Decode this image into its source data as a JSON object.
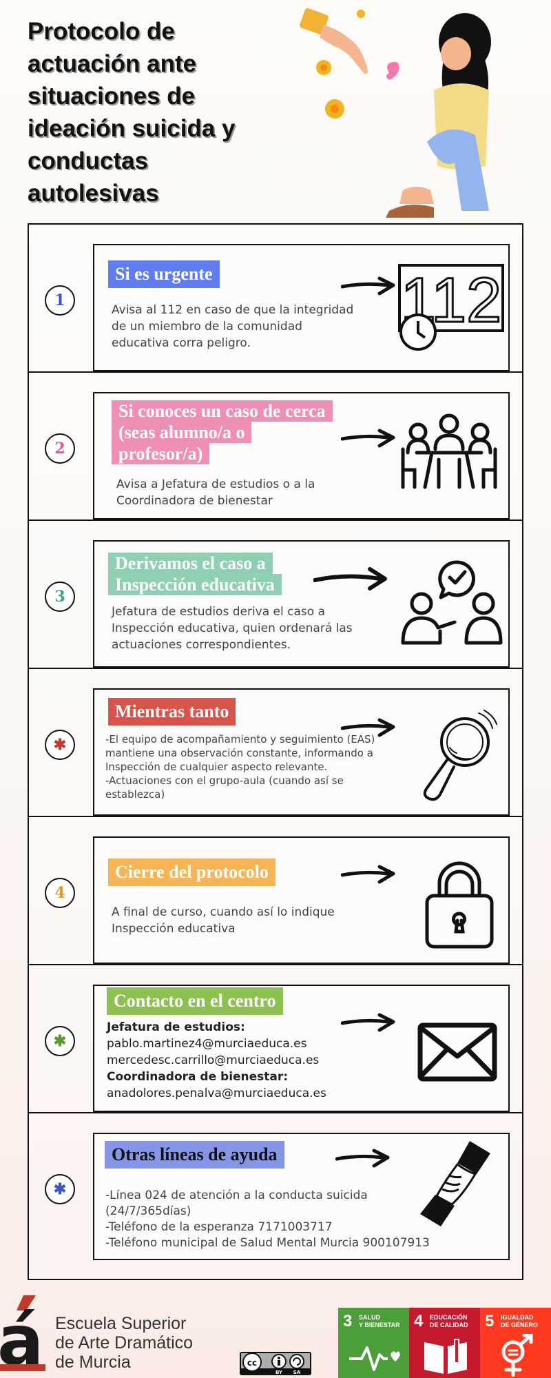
{
  "title": "Protocolo de actuación ante situaciones de ideación suicida y conductas autolesivas",
  "steps": [
    {
      "num": "1",
      "heading": "Si es urgente",
      "color": "#5f7df0",
      "num_color": "#3b56c8",
      "text": [
        "Avisa al 112 en caso de que la integridad",
        "de un miembro de la comunidad",
        "educativa corra peligro."
      ],
      "icon": "emergency-112-icon",
      "icon_text": "112"
    },
    {
      "num": "2",
      "heading": [
        "Si conoces un caso de cerca",
        "(seas alumno/a o",
        "profesor/a)"
      ],
      "color": "#f08fb5",
      "num_color": "#e0589a",
      "text": [
        "Avisa a Jefatura de estudios o a la",
        "Coordinadora de bienestar"
      ],
      "icon": "meeting-table-icon"
    },
    {
      "num": "3",
      "heading": [
        "Derivamos el caso a",
        "Inspección educativa"
      ],
      "color": "#8fd0b3",
      "num_color": "#3aa67a",
      "text": [
        "Jefatura de estudios deriva el caso a",
        "Inspección educativa, quien ordenará las",
        "actuaciones correspondientes."
      ],
      "icon": "people-chat-check-icon"
    },
    {
      "num": "✱",
      "heading": "Mientras tanto",
      "color": "#d9534a",
      "num_color": "#c0392b",
      "text": [
        "-El equipo de acompañamiento y seguimiento (EAS)",
        "mantiene una observación constante, informando a",
        "Inspección de cualquier aspecto relevante.",
        "-Actuaciones con el grupo-aula (cuando así se",
        "establezca)"
      ],
      "icon": "magnifying-glass-icon"
    },
    {
      "num": "4",
      "heading": "Cierre del protocolo",
      "color": "#f6b455",
      "num_color": "#e09a25",
      "text": [
        "A final de curso, cuando así lo indique",
        "Inspección educativa"
      ],
      "icon": "padlock-icon"
    },
    {
      "num": "✱",
      "heading": "Contacto en el centro",
      "color": "#8cc152",
      "num_color": "#5a9a2a",
      "contacts": {
        "label1": "Jefatura de estudios:",
        "email1": "pablo.martinez4@murciaeduca.es",
        "email2": "mercedesc.carrillo@murciaeduca.es",
        "label2": "Coordinadora de bienestar:",
        "email3": "anadolores.penalva@murciaeduca.es"
      },
      "icon": "envelope-icon"
    },
    {
      "num": "✱",
      "heading": "Otras líneas de ayuda",
      "color": "#8595e8",
      "num_color": "#3b56c8",
      "text": [
        " -Línea 024 de atención a la conducta suicida",
        "(24/7/365días)",
        "-Teléfono de la esperanza 7171003717",
        "-Teléfono municipal de Salud Mental Murcia 900107913"
      ],
      "icon": "helping-hands-icon"
    }
  ],
  "footer": {
    "school": [
      "Escuela Superior",
      "de Arte Dramático",
      "de Murcia"
    ],
    "logo_letter": "á",
    "cc_label": [
      "BY",
      "SA"
    ],
    "ods": [
      {
        "n": "3",
        "label": [
          "SALUD",
          "Y BIENESTAR"
        ],
        "color": "#4c9f38"
      },
      {
        "n": "4",
        "label": [
          "EDUCACIÓN",
          "DE CALIDAD"
        ],
        "color": "#c5192d"
      },
      {
        "n": "5",
        "label": [
          "IGUALDAD",
          "DE GÉNERO"
        ],
        "color": "#ff3a21"
      }
    ]
  }
}
